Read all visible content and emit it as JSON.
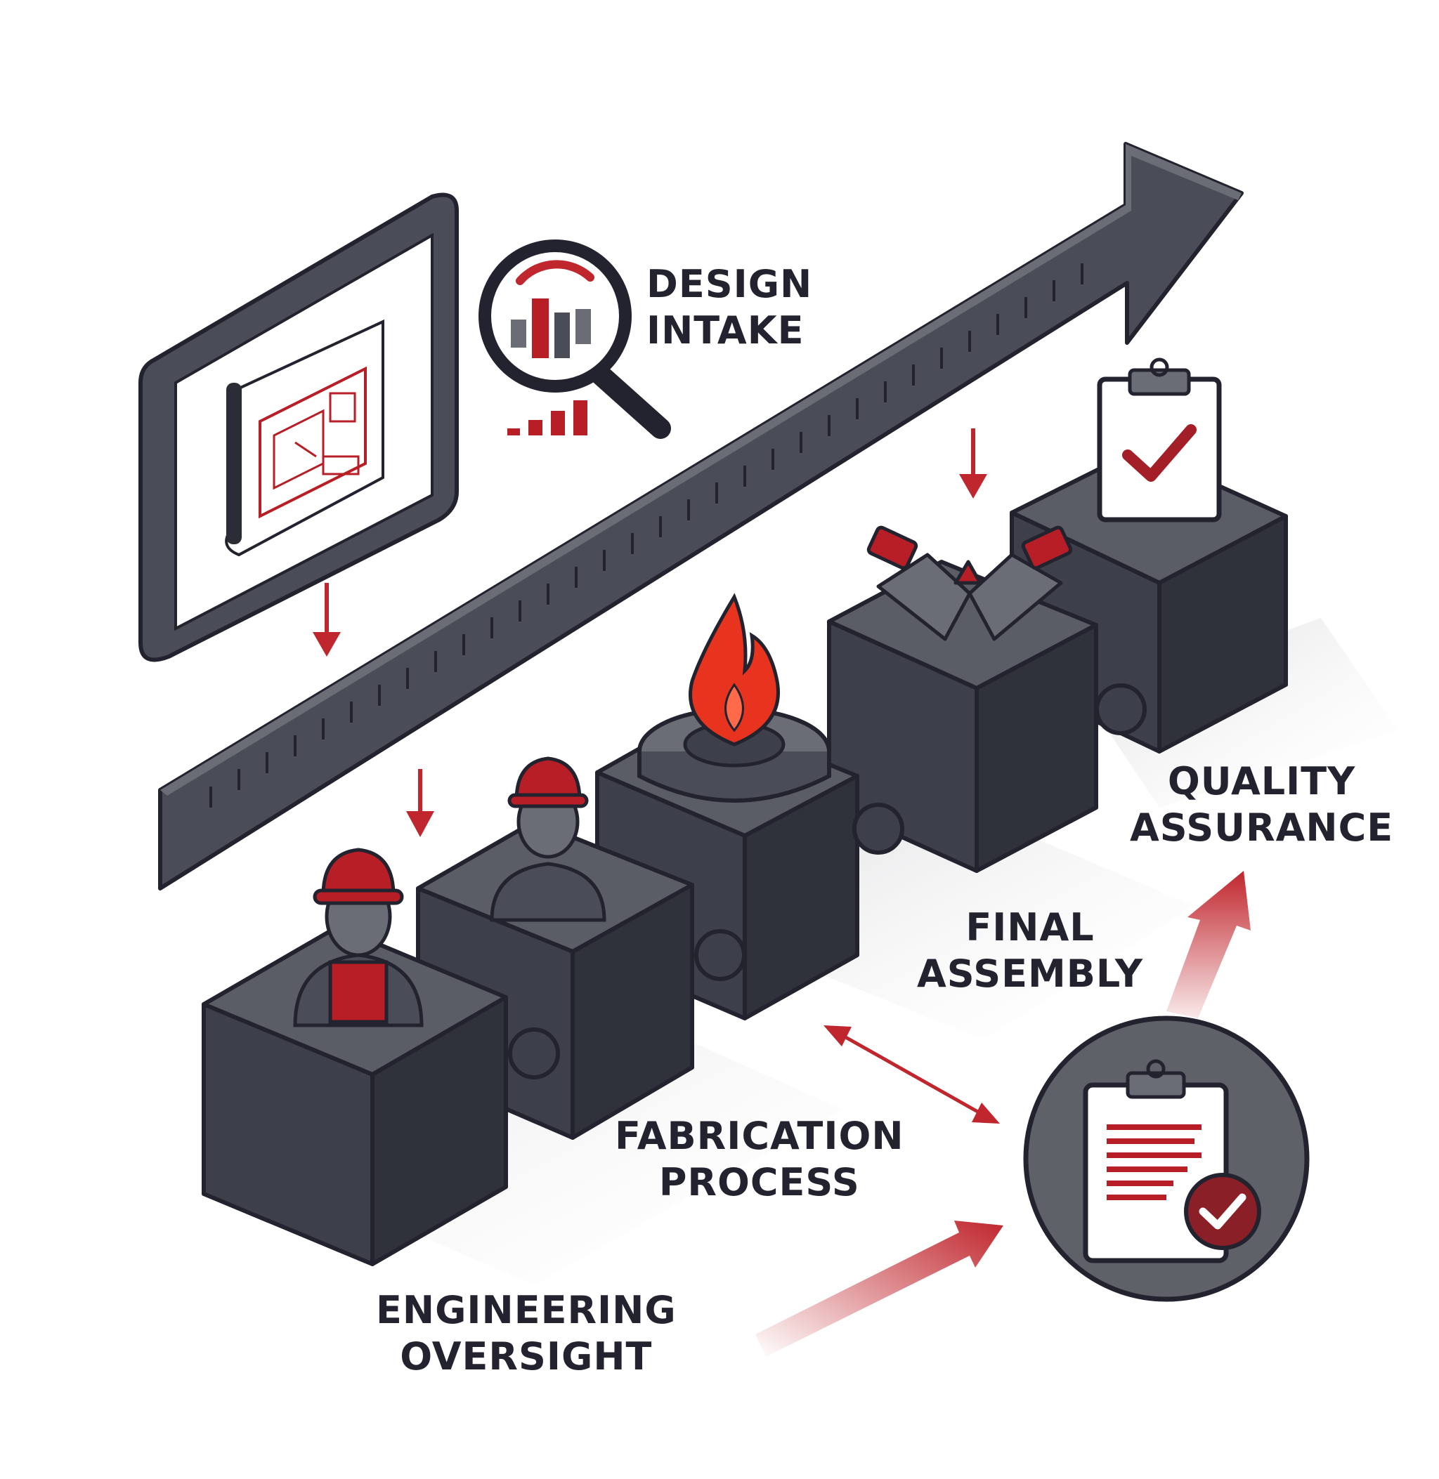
{
  "labels": {
    "design_intake": [
      "DESIGN",
      "INTAKE"
    ],
    "engineering_oversight": [
      "ENGINEERING",
      "OVERSIGHT"
    ],
    "fabrication_process": [
      "FABRICATION",
      "PROCESS"
    ],
    "final_assembly": [
      "FINAL",
      "ASSEMBLY"
    ],
    "quality_assurance": [
      "QUALITY",
      "ASSURANCE"
    ]
  },
  "icons": {
    "intake": "monitor-with-blueprint-icon",
    "analysis": "magnifier-bar-chart-icon",
    "worker_1": "hard-hat-worker-icon",
    "worker_2": "hard-hat-worker-icon",
    "fabrication": "gear-flame-icon",
    "assembly": "handshake-icon",
    "qa": "clipboard-check-icon",
    "report": "clipboard-report-check-icon"
  },
  "colors": {
    "dark_block": "#3d3f4a",
    "block_top": "#5a5c66",
    "accent_red": "#c0262d",
    "flame_red": "#e8341f",
    "text": "#23232f"
  }
}
